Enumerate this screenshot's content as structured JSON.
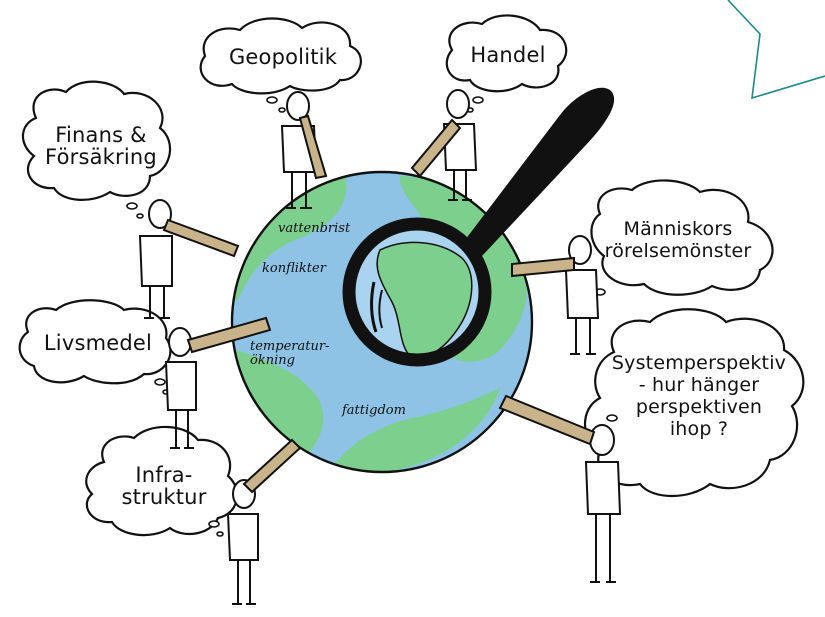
{
  "colors": {
    "ink": "#111111",
    "ocean": "#8ec3e6",
    "land": "#7ccf8c",
    "lens": "#a9d3ee",
    "brass": "#c9b38a",
    "accent": "#1c8a8a"
  },
  "perspectives": {
    "geopolitik": "Geopolitik",
    "handel": "Handel",
    "finans": [
      "Finans &",
      "Försäkring"
    ],
    "manniskors": [
      "Människors",
      "rörelsemönster"
    ],
    "livsmedel": "Livsmedel",
    "system": [
      "Systemperspektiv",
      "- hur hänger",
      "perspektiven",
      "ihop ?"
    ],
    "infra": [
      "Infra-",
      "struktur"
    ]
  },
  "globe_labels": {
    "vattenbrist": "vattenbrist",
    "konflikter": "konflikter",
    "temperatur": [
      "temperatur-",
      "ökning"
    ],
    "fattigdom": "fattigdom"
  }
}
